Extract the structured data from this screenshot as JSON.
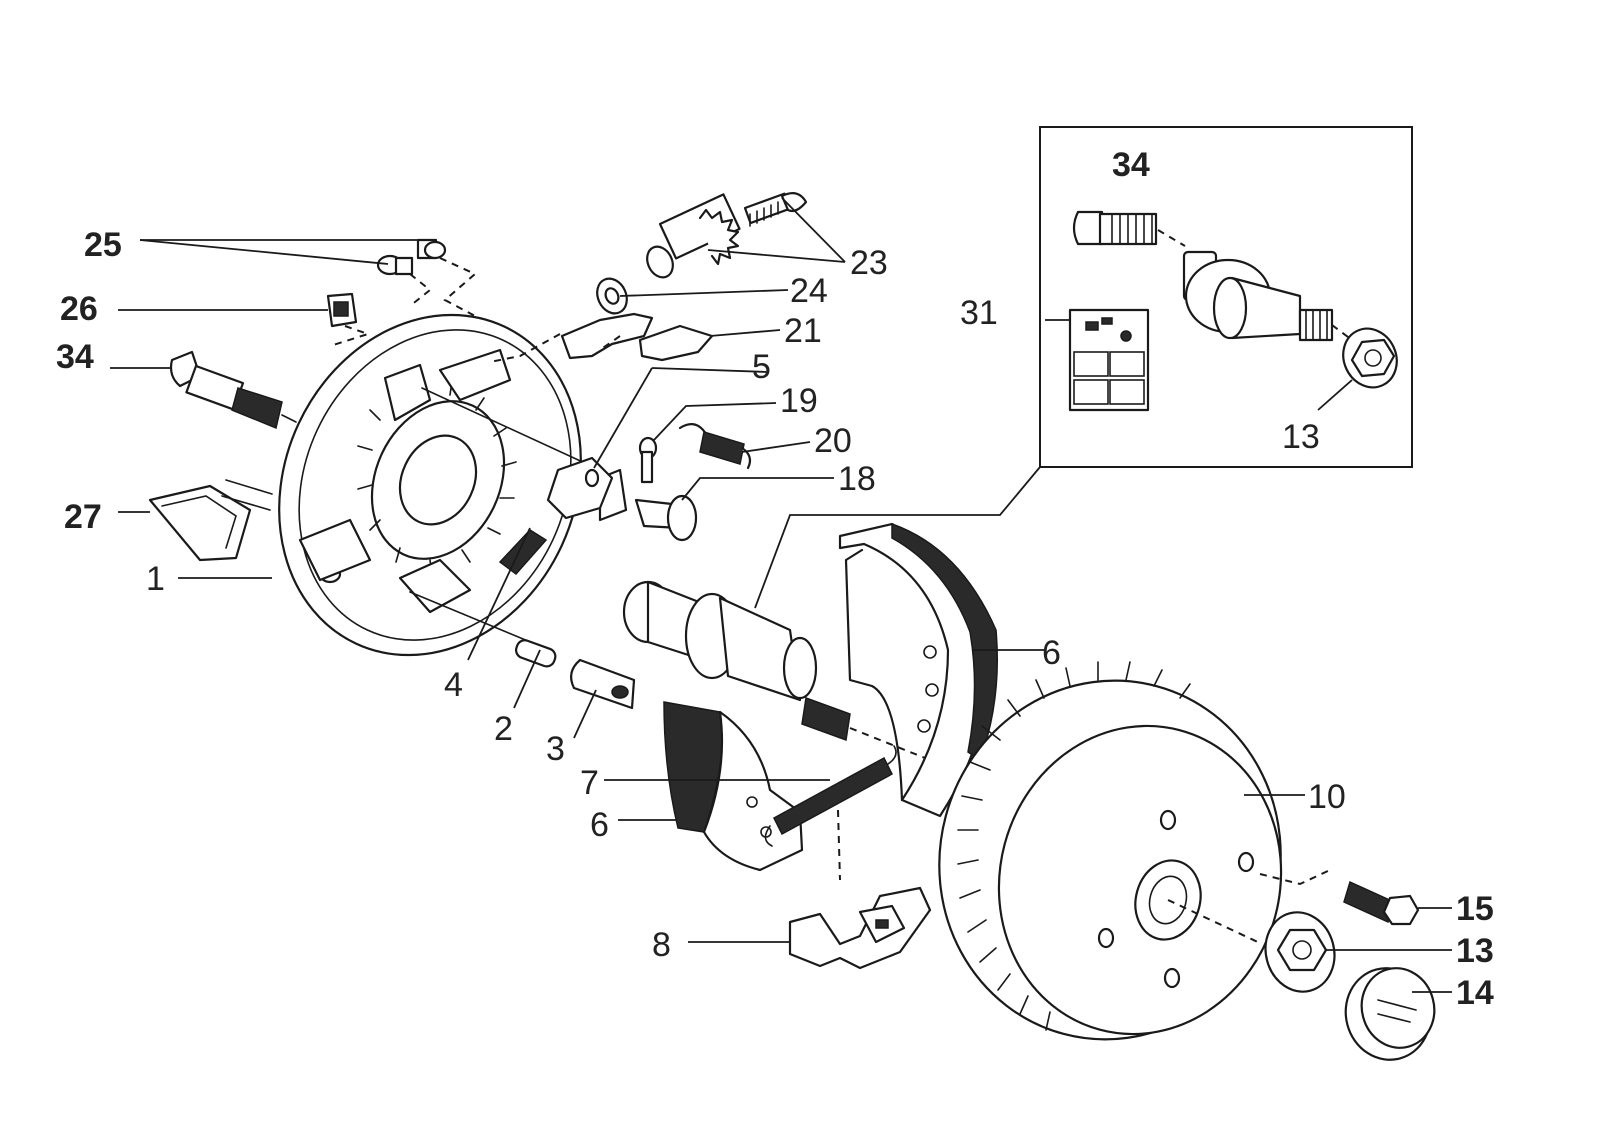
{
  "diagram": {
    "labels": {
      "n1": "1",
      "n2": "2",
      "n3": "3",
      "n4": "4",
      "n5": "5",
      "n6_upper": "6",
      "n6_lower": "6",
      "n7": "7",
      "n8": "8",
      "n10": "10",
      "n13_inset": "13",
      "n13_hub": "13",
      "n14": "14",
      "n15": "15",
      "n18": "18",
      "n19": "19",
      "n20": "20",
      "n21": "21",
      "n23": "23",
      "n24": "24",
      "n25": "25",
      "n26": "26",
      "n27": "27",
      "n31": "31",
      "n34_inset": "34",
      "n34_left": "34"
    }
  }
}
